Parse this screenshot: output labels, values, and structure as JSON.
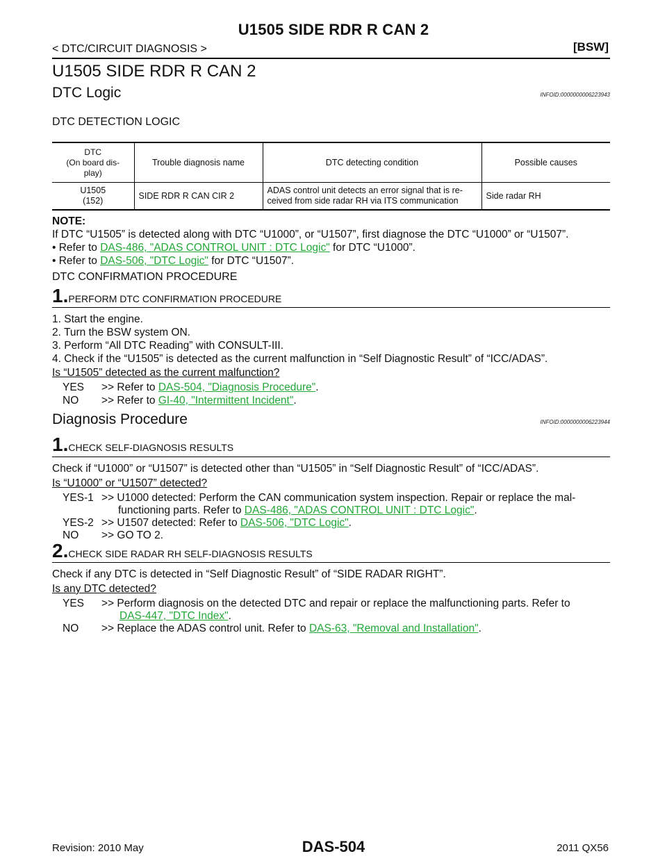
{
  "header": {
    "title": "U1505 SIDE RDR R CAN 2",
    "section": "< DTC/CIRCUIT DIAGNOSIS >",
    "tag": "[BSW]"
  },
  "main_title": "U1505 SIDE RDR R CAN 2",
  "dtc_logic": {
    "heading": "DTC Logic",
    "infoid": "INFOID:0000000006223943",
    "subheading": "DTC DETECTION LOGIC",
    "table": {
      "headers": [
        "DTC\n(On board dis-\nplay)",
        "Trouble diagnosis name",
        "DTC detecting condition",
        "Possible causes"
      ],
      "row": [
        "U1505\n(152)",
        "SIDE RDR R CAN CIR 2",
        "ADAS control unit detects an error signal that is re-\nceived from side radar RH via ITS communication",
        "Side radar RH"
      ]
    },
    "note_label": "NOTE:",
    "note_text": "If DTC “U1505” is detected along with DTC “U1000”, or “U1507”, first diagnose the DTC “U1000” or “U1507”.",
    "bullets": [
      {
        "pre": "• Refer to ",
        "link": "DAS-486, \"ADAS CONTROL UNIT : DTC Logic\"",
        "post": " for DTC “U1000”."
      },
      {
        "pre": "• Refer to ",
        "link": "DAS-506, \"DTC Logic\"",
        "post": " for DTC “U1507”."
      }
    ]
  },
  "confirmation": {
    "heading": "DTC CONFIRMATION PROCEDURE",
    "step_num": "1.",
    "step_title": "PERFORM DTC CONFIRMATION PROCEDURE",
    "items": [
      "1. Start the engine.",
      "2. Turn the BSW system ON.",
      "3. Perform “All DTC Reading” with CONSULT-III.",
      "4. Check if the “U1505” is detected as the current malfunction in “Self Diagnostic Result” of “ICC/ADAS”."
    ],
    "question": "Is “U1505” detected as the current malfunction?",
    "answers": [
      {
        "label": "YES",
        "pre": ">> Refer to ",
        "link": "DAS-504, \"Diagnosis Procedure\"",
        "post": "."
      },
      {
        "label": "NO",
        "pre": ">> Refer to ",
        "link": "GI-40, \"Intermittent Incident\"",
        "post": "."
      }
    ]
  },
  "diagnosis": {
    "heading": "Diagnosis Procedure",
    "infoid": "INFOID:0000000006223944",
    "step1": {
      "num": "1.",
      "title": "CHECK SELF-DIAGNOSIS RESULTS",
      "text": "Check if “U1000” or “U1507” is detected other than “U1505” in “Self Diagnostic Result” of “ICC/ADAS”.",
      "question": "Is “U1000” or “U1507” detected?",
      "answers": [
        {
          "label": "YES-1",
          "line1": ">> U1000 detected: Perform the CAN communication system inspection. Repair or replace the mal-",
          "line2_pre": "functioning parts. Refer to ",
          "link": "DAS-486, \"ADAS CONTROL UNIT : DTC Logic\"",
          "post": "."
        },
        {
          "label": "YES-2",
          "pre": ">> U1507 detected: Refer to ",
          "link": "DAS-506, \"DTC Logic\"",
          "post": "."
        },
        {
          "label": "NO",
          "pre": ">> GO TO 2."
        }
      ]
    },
    "step2": {
      "num": "2.",
      "title": "CHECK SIDE RADAR RH SELF-DIAGNOSIS RESULTS",
      "text": "Check if any DTC is detected in “Self Diagnostic Result” of “SIDE RADAR RIGHT”.",
      "question": "Is any DTC detected?",
      "answers": [
        {
          "label": "YES",
          "line1": ">> Perform diagnosis on the detected DTC and repair or replace the malfunctioning parts. Refer to",
          "link": "DAS-447, \"DTC Index\"",
          "post": "."
        },
        {
          "label": "NO",
          "pre": ">> Replace the ADAS control unit. Refer to ",
          "link": "DAS-63, \"Removal and Installation\"",
          "post": "."
        }
      ]
    }
  },
  "footer": {
    "revision": "Revision: 2010 May",
    "page": "DAS-504",
    "model": "2011 QX56"
  }
}
